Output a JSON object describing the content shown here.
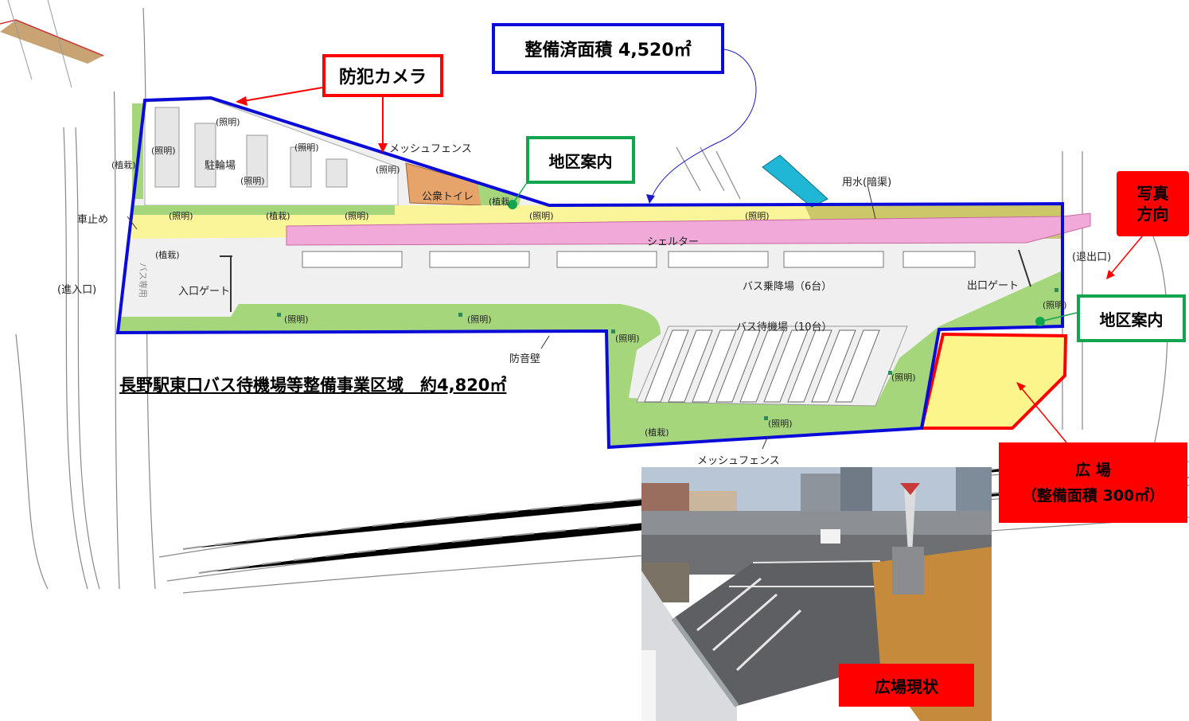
{
  "callouts": {
    "camera": "防犯カメラ",
    "developed_area": "整備済面積 4,520㎡",
    "district_guide_1": "地区案内",
    "district_guide_2": "地区案内",
    "photo_direction_line1": "写真",
    "photo_direction_line2": "方向",
    "plaza_line1": "広 場",
    "plaza_line2": "（整備面積 300㎡）",
    "plaza_current": "広場現状"
  },
  "district_title": "長野駅東口バス待機場等整備事業区域　約4,820㎡",
  "labels": {
    "lighting": "(照明)",
    "planting": "(植栽)",
    "bicycle_parking": "駐輪場",
    "mesh_fence": "メッシュフェンス",
    "public_toilet": "公衆トイレ",
    "car_stop": "車止め",
    "entrance": "(進入口)",
    "entry_gate": "入口ゲート",
    "shelter": "シェルター",
    "water_channel": "用水(暗渠)",
    "bus_platform": "バス乗降場（6台）",
    "exit_gate": "出口ゲート",
    "exit": "(退出口)",
    "bus_waiting": "バス待機場（10台）",
    "sound_wall": "防音壁",
    "planting_short": "(植栽"
  },
  "colors": {
    "boundary_blue": "#0b0bd9",
    "callout_red": "#ff0000",
    "guide_green": "#12a550",
    "planting_green": "#a6d67b",
    "walkway_yellow": "#fbf59a",
    "shelter_pink": "#f1a9d9",
    "toilet_orange": "#e7a46a",
    "plaza_yellow": "#fcf58c",
    "channel_olive": "#bcb85a"
  }
}
